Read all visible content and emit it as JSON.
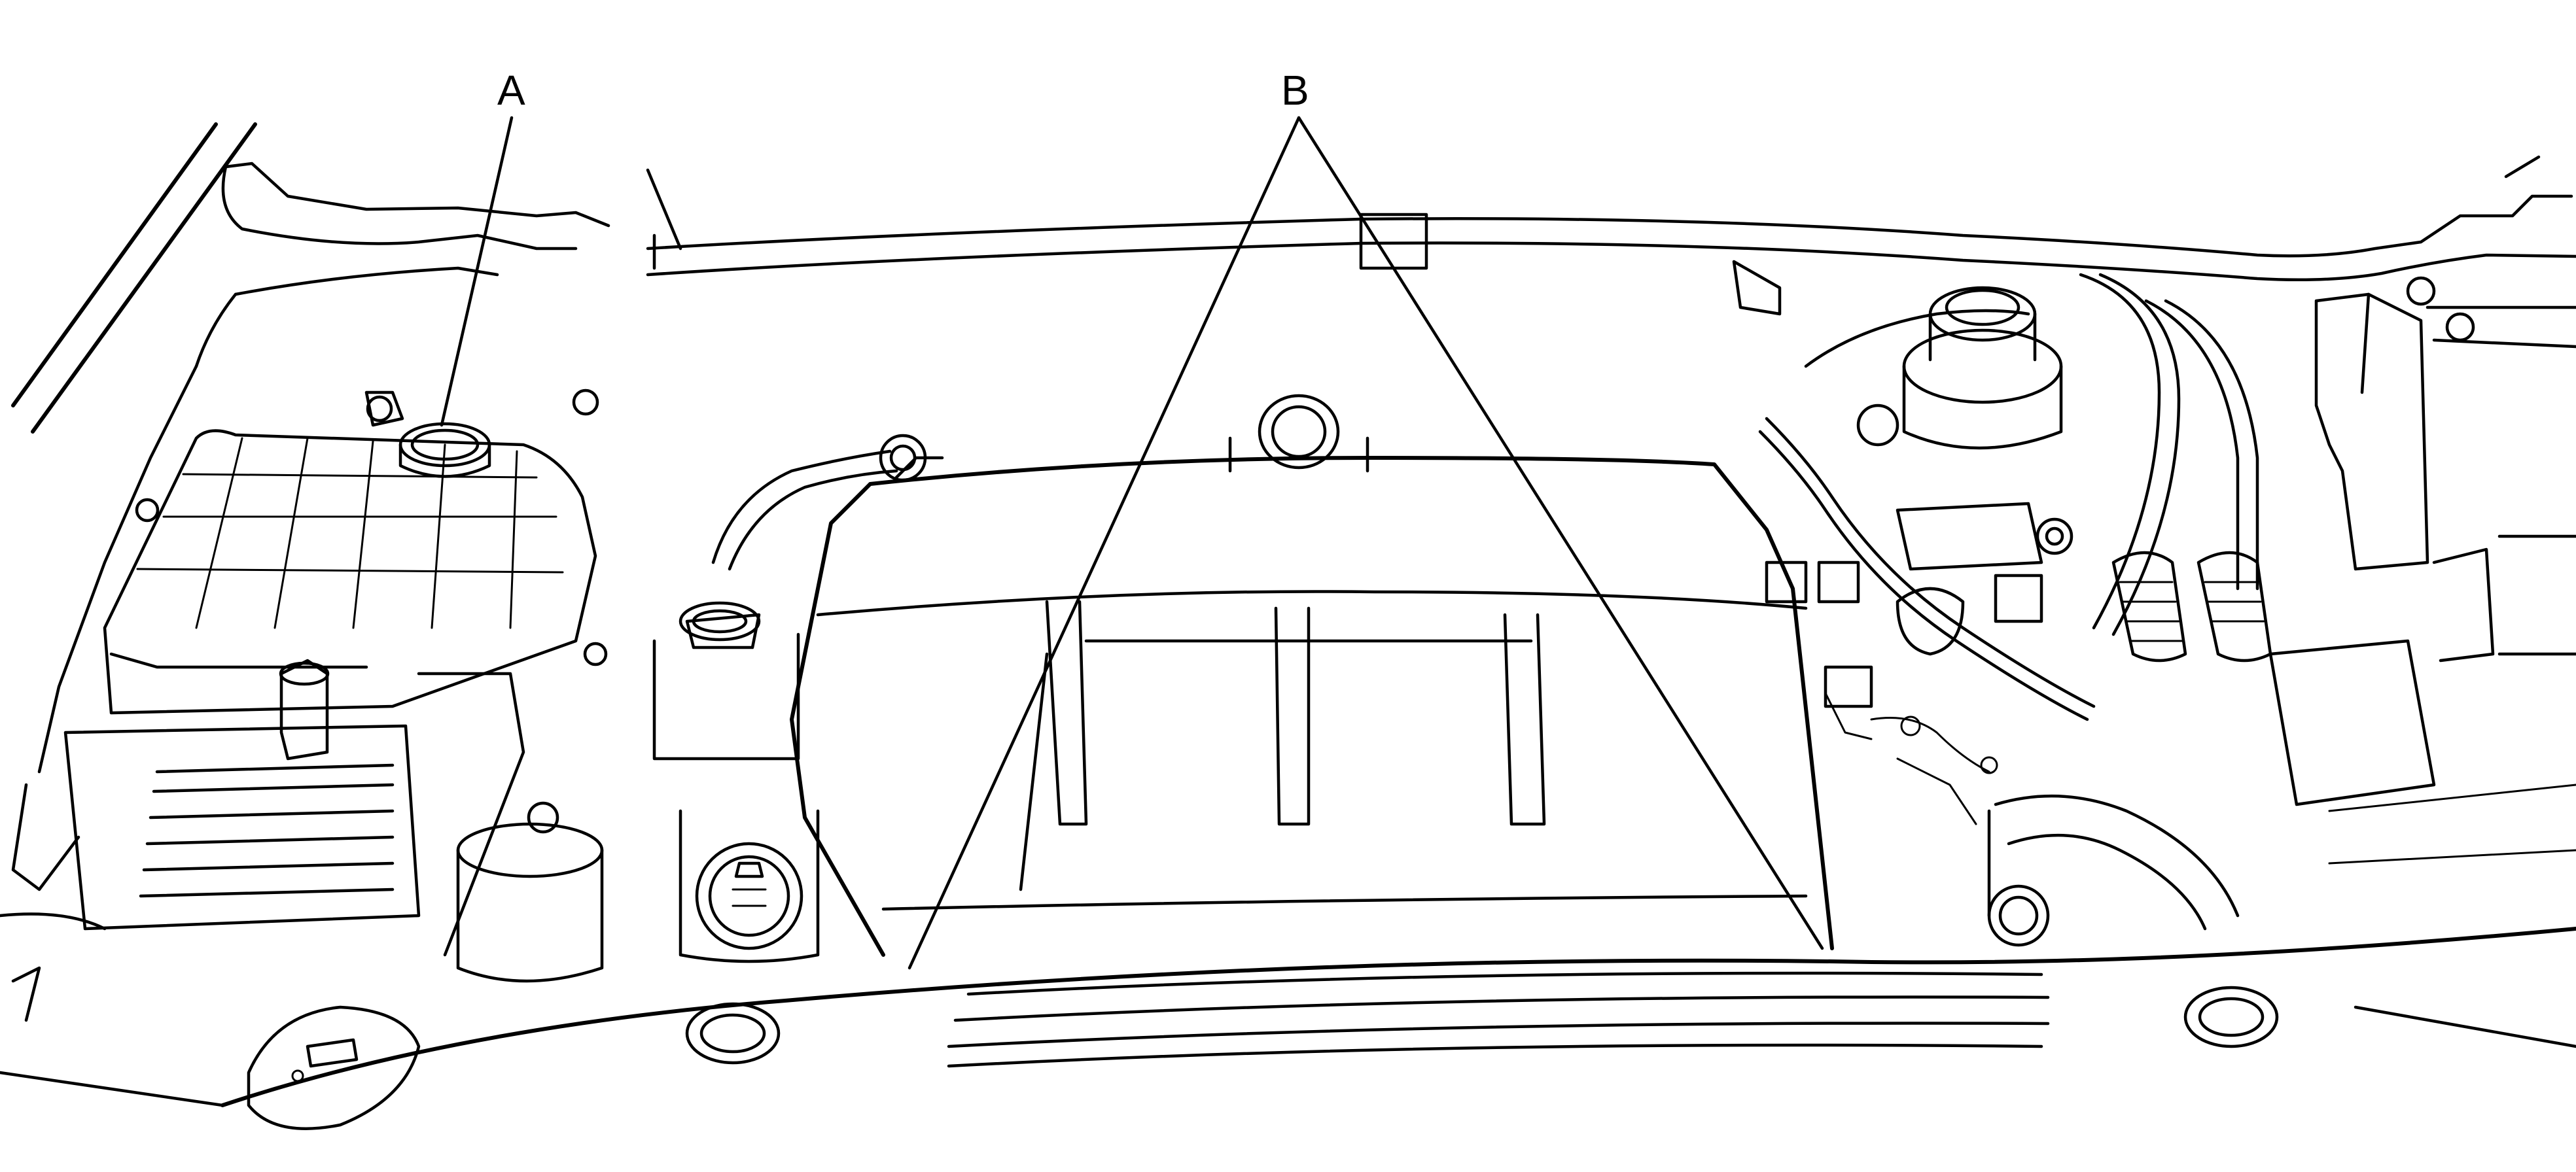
{
  "diagram": {
    "callouts": [
      {
        "id": "a",
        "label": "A"
      },
      {
        "id": "b",
        "label": "B"
      }
    ],
    "ink_color": "#000000",
    "background_color": "#ffffff"
  }
}
